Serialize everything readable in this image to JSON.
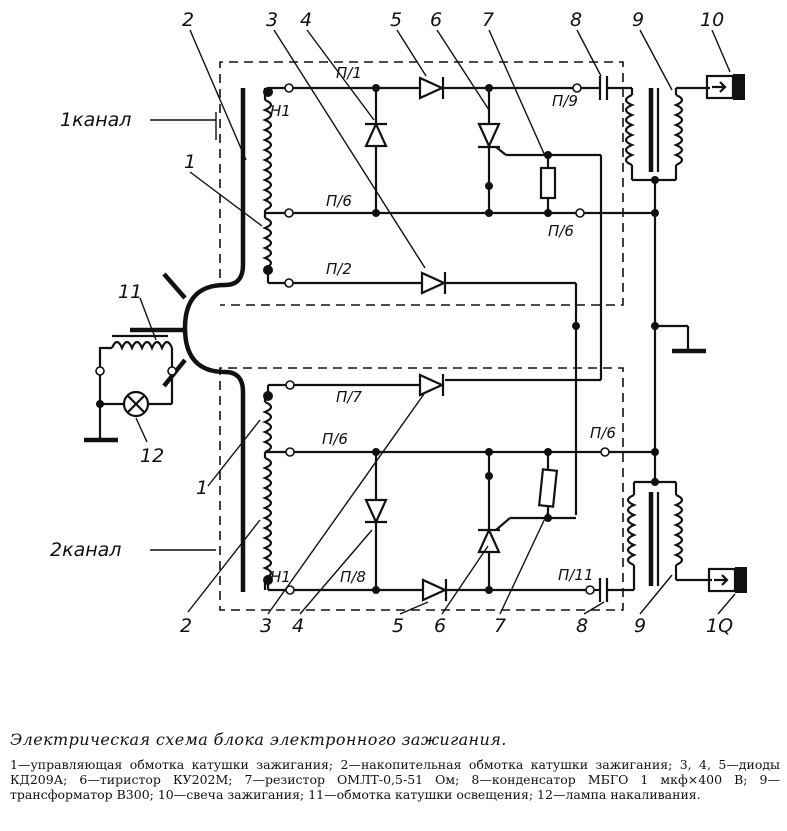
{
  "diagram": {
    "labels": {
      "channel_1": "1канал",
      "channel_2": "2канал",
      "n1_top": "Н1",
      "n1_bottom": "Н1",
      "p1": "П/1",
      "p9": "П/9",
      "p6_top_left": "П/6",
      "p6_top_right": "П/6",
      "p2": "П/2",
      "p7": "П/7",
      "p6_bottom_left": "П/6",
      "p6_bottom_right": "П/6",
      "p8": "П/8",
      "p11": "П/11"
    },
    "numbers": {
      "top_2": "2",
      "top_3": "3",
      "top_4": "4",
      "top_5": "5",
      "top_6": "6",
      "top_7": "7",
      "top_8": "8",
      "top_9": "9",
      "top_10": "10",
      "left_1_top": "1",
      "left_11": "11",
      "left_12": "12",
      "left_1_bottom": "1",
      "bot_2": "2",
      "bot_3": "3",
      "bot_4": "4",
      "bot_5": "5",
      "bot_6": "6",
      "bot_7": "7",
      "bot_8": "8",
      "bot_9": "9",
      "bot_10": "1Q"
    }
  },
  "caption": {
    "title": "Электрическая схема блока электронного зажигания.",
    "legend": "1—управляющая обмотка катушки зажигания; 2—накопительная обмотка катушки зажигания; 3, 4, 5—диоды КД209А; 6—тиристор КУ202М; 7—резистор ОМЛТ-0,5-51 Ом; 8—конденсатор МБГО 1 мкф×400 В; 9—трансформатор В300; 10—свеча зажигания; 11—обмотка катушки освещения; 12—лампа накаливания."
  }
}
